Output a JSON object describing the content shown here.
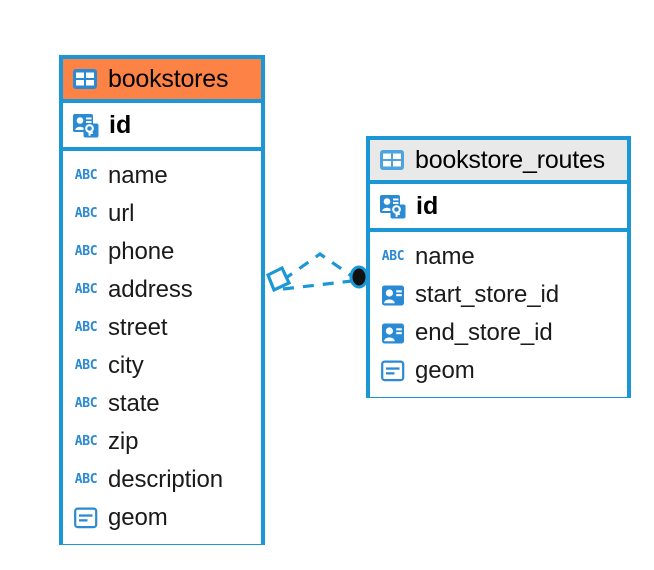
{
  "diagram": {
    "type": "entity-relationship-diagram",
    "background_color": "#ffffff",
    "accent_color": "#1b97d5",
    "highlight_color": "#fc8345",
    "icon_color": "#2a8ad4"
  },
  "tables": [
    {
      "name": "bookstores",
      "header_style": "orange",
      "header_icon": "table-icon",
      "primary_key": {
        "label": "id",
        "icon": "primary-key-icon"
      },
      "fields": [
        {
          "label": "name",
          "icon": "abc-text-icon",
          "icon_text": "ABC"
        },
        {
          "label": "url",
          "icon": "abc-text-icon",
          "icon_text": "ABC"
        },
        {
          "label": "phone",
          "icon": "abc-text-icon",
          "icon_text": "ABC"
        },
        {
          "label": "address",
          "icon": "abc-text-icon",
          "icon_text": "ABC"
        },
        {
          "label": "street",
          "icon": "abc-text-icon",
          "icon_text": "ABC"
        },
        {
          "label": "city",
          "icon": "abc-text-icon",
          "icon_text": "ABC"
        },
        {
          "label": "state",
          "icon": "abc-text-icon",
          "icon_text": "ABC"
        },
        {
          "label": "zip",
          "icon": "abc-text-icon",
          "icon_text": "ABC"
        },
        {
          "label": "description",
          "icon": "abc-text-icon",
          "icon_text": "ABC"
        },
        {
          "label": "geom",
          "icon": "geometry-icon",
          "icon_text": ""
        }
      ]
    },
    {
      "name": "bookstore_routes",
      "header_style": "grey",
      "header_icon": "table-icon",
      "primary_key": {
        "label": "id",
        "icon": "primary-key-icon"
      },
      "fields": [
        {
          "label": "name",
          "icon": "abc-text-icon",
          "icon_text": "ABC"
        },
        {
          "label": "start_store_id",
          "icon": "foreign-key-icon",
          "icon_text": ""
        },
        {
          "label": "end_store_id",
          "icon": "foreign-key-icon",
          "icon_text": ""
        },
        {
          "label": "geom",
          "icon": "geometry-icon",
          "icon_text": ""
        }
      ]
    }
  ],
  "relationships": [
    {
      "from_table": "bookstores",
      "to_table": "bookstore_routes",
      "line_style": "dashed",
      "color": "#1b97d5",
      "source_marker": "diamond",
      "target_marker": "filled-circle"
    },
    {
      "from_table": "bookstores",
      "to_table": "bookstore_routes",
      "line_style": "dashed",
      "color": "#1b97d5",
      "source_marker": "diamond",
      "target_marker": "filled-circle"
    }
  ]
}
